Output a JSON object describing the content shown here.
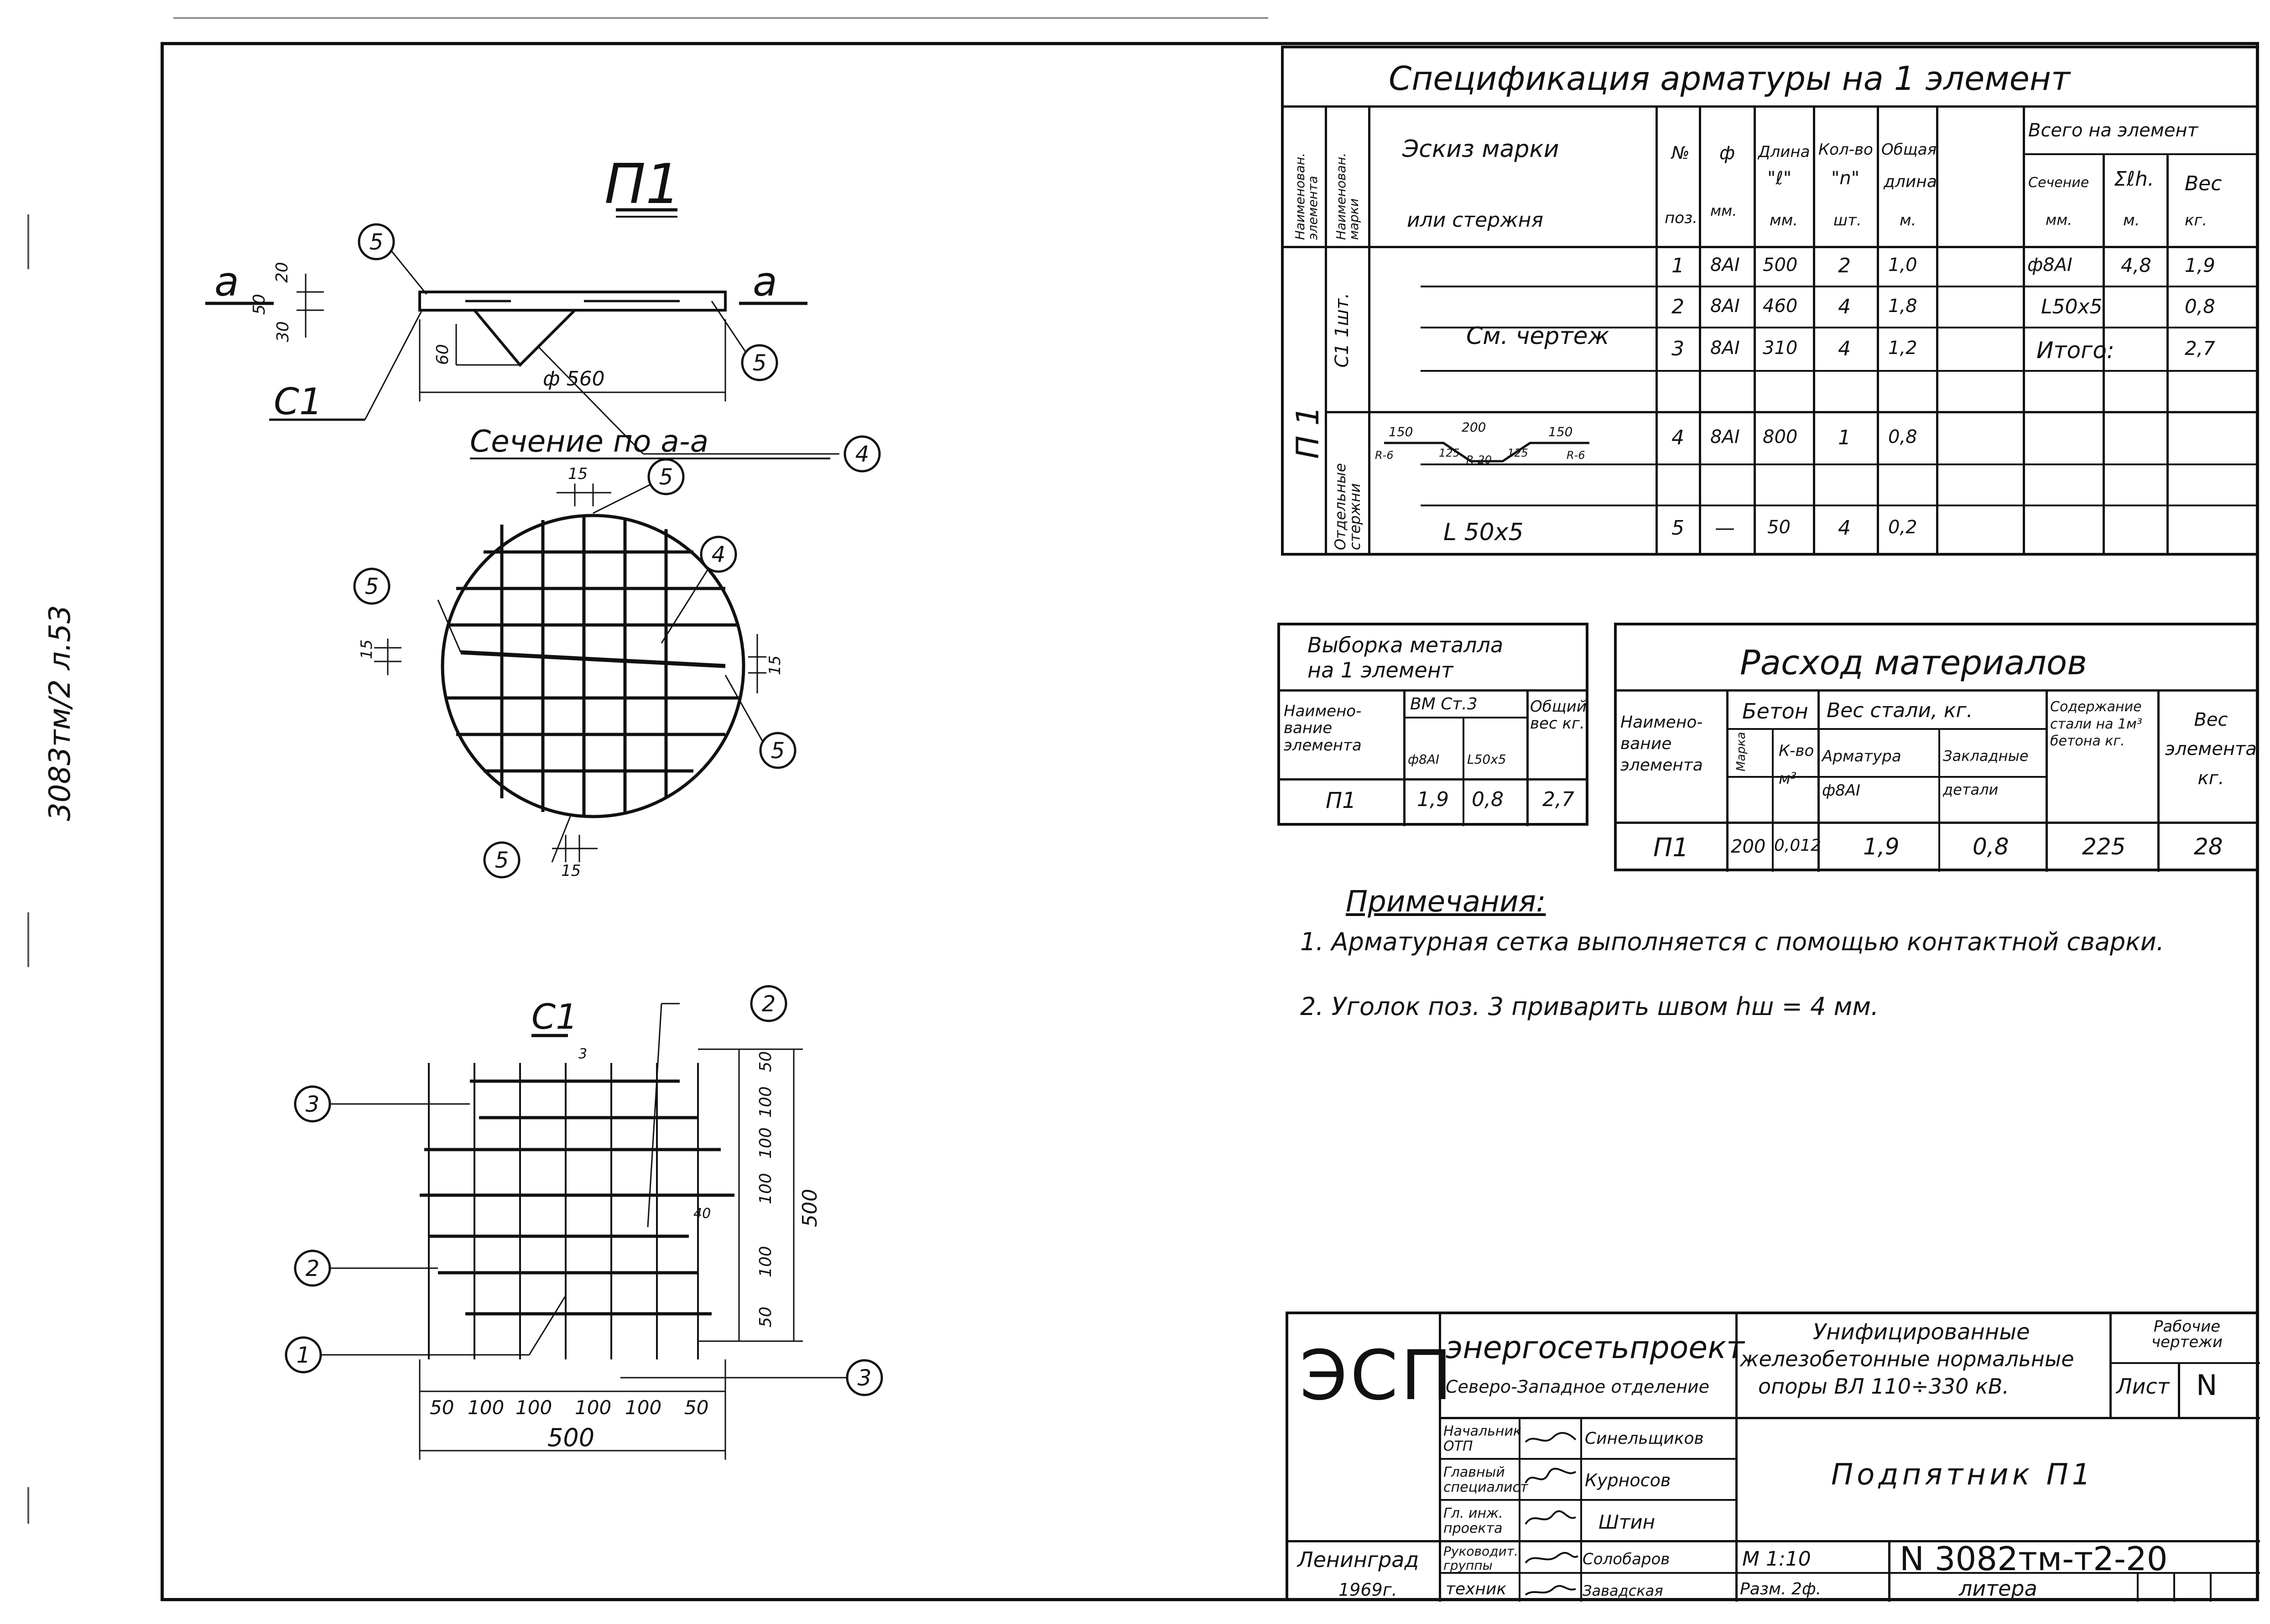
{
  "side_code": "3083тм/2 л.53",
  "drawing": {
    "title": "П1",
    "section_mark": "а",
    "part_mark": "С1",
    "section_title": "Сечение по а-а",
    "part_title": "С1",
    "dims_top": {
      "d20": "20",
      "d50": "50",
      "d30": "30",
      "d60": "60",
      "phi560": "ф 560"
    },
    "dims_section": {
      "d15": "15"
    },
    "callouts": {
      "c1": "1",
      "c2": "2",
      "c3": "3",
      "c4": "4",
      "c5": "5"
    },
    "dims_c1": {
      "bottom": [
        "50",
        "100",
        "100",
        "100",
        "100",
        "50"
      ],
      "total_bottom": "500",
      "right": [
        "50",
        "100",
        "100",
        "100",
        "100",
        "50"
      ],
      "total_right": "500",
      "d3": "3",
      "d40": "40"
    }
  },
  "spec": {
    "title": "Спецификация арматуры на 1 элемент",
    "headers": {
      "name_el": "Наименован. элемента",
      "name_mark": "Наименован. марки",
      "sketch1": "Эскиз марки",
      "sketch2": "или стержня",
      "pos1": "№",
      "pos2": "поз.",
      "dia1": "ф",
      "dia2": "мм.",
      "len1": "Длина",
      "len2": "\"ℓ\"",
      "len3": "мм.",
      "qty1": "Кол-во",
      "qty2": "\"n\"",
      "qty3": "шт.",
      "tot1": "Общая",
      "tot2": "длина",
      "tot3": "м.",
      "all": "Всего на элемент",
      "sec1": "Сечение",
      "sec2": "мм.",
      "sum1": "Σℓh.",
      "sum2": "м.",
      "w1": "Вес",
      "w2": "кг."
    },
    "element": "П 1",
    "group1": "С1 1шт.",
    "group2": "Отдельные стержни",
    "see_drawing": "См. чертеж",
    "angle_label": "L 50х5",
    "rows": [
      {
        "pos": "1",
        "dia": "8AI",
        "len": "500",
        "qty": "2",
        "tot": "1,0"
      },
      {
        "pos": "2",
        "dia": "8AI",
        "len": "460",
        "qty": "4",
        "tot": "1,8"
      },
      {
        "pos": "3",
        "dia": "8AI",
        "len": "310",
        "qty": "4",
        "tot": "1,2"
      },
      {
        "pos": "4",
        "dia": "8AI",
        "len": "800",
        "qty": "1",
        "tot": "0,8"
      },
      {
        "pos": "5",
        "dia": "—",
        "len": "50",
        "qty": "4",
        "tot": "0,2"
      }
    ],
    "totals": [
      {
        "sec": "ф8AI",
        "sum": "4,8",
        "w": "1,9"
      },
      {
        "sec": "L50х5",
        "sum": "",
        "w": "0,8"
      },
      {
        "sec": "Итого:",
        "sum": "",
        "w": "2,7"
      }
    ],
    "bend_dims": {
      "a": "150",
      "b": "200",
      "c": "150",
      "d": "125",
      "e": "125",
      "r1": "R-6",
      "r2": "R-20",
      "r3": "R-6"
    }
  },
  "metal": {
    "title1": "Выборка металла",
    "title2": "на 1 элемент",
    "h_name": "Наимено-вание элемента",
    "h_vm": "ВМ Ст.3",
    "h_f": "ф8AI",
    "h_l": "L50х5",
    "h_tot": "Общий вес кг.",
    "row": {
      "name": "П1",
      "f": "1,9",
      "l": "0,8",
      "tot": "2,7"
    }
  },
  "materials": {
    "title": "Расход материалов",
    "h_name": "Наимено-вание элемента",
    "h_beton": "Бетон",
    "h_mark": "Марка",
    "h_vol": "К-во м³",
    "h_steel": "Вес стали, кг.",
    "h_arm": "Арматура ф8AI",
    "h_emb": "Закладные детали",
    "h_content": "Содержание стали на 1м³ бетона кг.",
    "h_weight": "Вес элемента кг.",
    "row": {
      "name": "П1",
      "mark": "200",
      "vol": "0,012",
      "arm": "1,9",
      "emb": "0,8",
      "content": "225",
      "weight": "28"
    }
  },
  "notes": {
    "title": "Примечания:",
    "n1": "1. Арматурная сетка выполняется с помощью контактной сварки.",
    "n2": "2. Уголок поз. 3 приварить швом hш = 4 мм."
  },
  "stamp": {
    "logo": "ЭСП",
    "org": "энергосетьпроект",
    "org_sub": "Северо-Западное отделение",
    "project1": "Унифицированные",
    "project2": "железобетонные нормальные",
    "project3": "опоры ВЛ 110÷330 кВ.",
    "work": "Рабочие чертежи",
    "sheet": "Лист",
    "sheet_n": "N",
    "roles": [
      "Начальник ОТП",
      "Главный специалист",
      "Гл. инж. проекта",
      "Руководит. группы",
      "техник"
    ],
    "names": [
      "Синельщиков",
      "Курносов",
      "Штин",
      "Солобаров",
      "Завадская"
    ],
    "title": "Подпятник П1",
    "city": "Ленинград",
    "year": "1969г.",
    "scale": "М 1:10",
    "size": "Разм. 2ф.",
    "doc_no": "N 3082тм-т2-20",
    "litera": "литера"
  }
}
